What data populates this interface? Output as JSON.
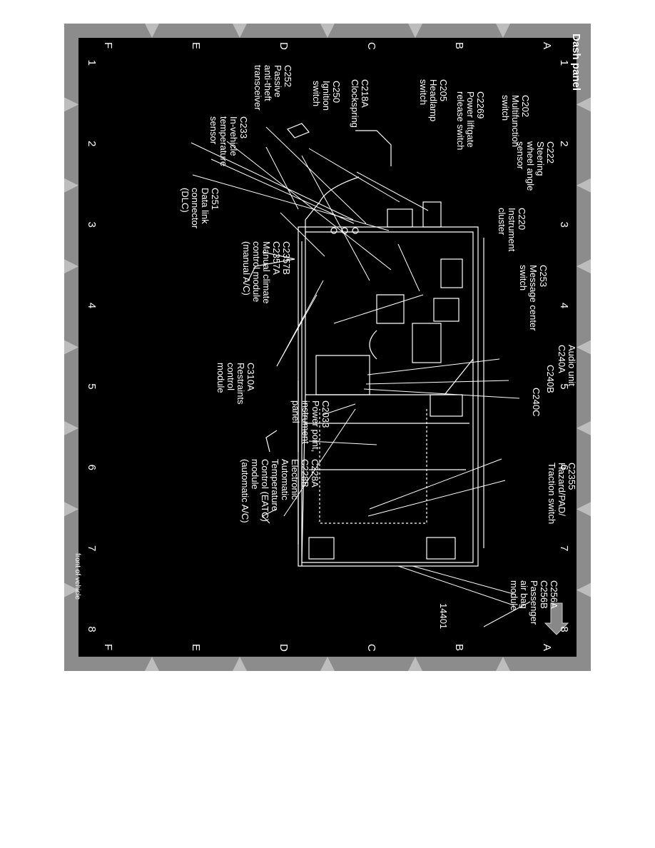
{
  "title": "Dash panel",
  "grid": {
    "columns": [
      "1",
      "2",
      "3",
      "4",
      "5",
      "6",
      "7",
      "8"
    ],
    "rows": [
      "A",
      "B",
      "C",
      "D",
      "E",
      "F"
    ]
  },
  "components": [
    {
      "id": "C2269",
      "text": "C2269\nPower liftgate\nrelease switch"
    },
    {
      "id": "C202",
      "text": "C202\nMultifunction\nswitch"
    },
    {
      "id": "C222",
      "text": "C222\nSteering\nwheel angle\nsensor"
    },
    {
      "id": "C220",
      "text": "C220\nInstrument\ncluster"
    },
    {
      "id": "C253",
      "text": "C253\nMessage center\nswitch"
    },
    {
      "id": "C205",
      "text": "C205\nHeadlamp\nswitch"
    },
    {
      "id": "C218A",
      "text": "C218A\nClockspring"
    },
    {
      "id": "C250",
      "text": "C250\nIgnition\nswitch"
    },
    {
      "id": "C252",
      "text": "C252\nPassive\nanti-theft\ntransceiver"
    },
    {
      "id": "C233",
      "text": "C233\nIn-vehicle\ntemperature\nsensor"
    },
    {
      "id": "C251",
      "text": "C251\nData link\nconnector\n(DLC)"
    },
    {
      "id": "C2357B",
      "text": "C2357B\nC2357A\nManual climate\ncontrol module\n(manual A/C)"
    },
    {
      "id": "C240A",
      "text": "Audio unit\nC240A"
    },
    {
      "id": "C240B",
      "text": "C240B"
    },
    {
      "id": "C240C",
      "text": "C240C"
    },
    {
      "id": "C310A",
      "text": "C310A\nRestraints\ncontrol\nmodule"
    },
    {
      "id": "C2033",
      "text": "C2033\nPower point,\ninstrument\npanel"
    },
    {
      "id": "C2355",
      "text": "C2355\nHazard/PAD/\nTraction switch"
    },
    {
      "id": "C228A",
      "text": "C228A\nC228B\nElectronic\nAutomatic\nTemperature\nControl (EATC)\nmodule\n(automatic A/C)"
    },
    {
      "id": "C256A",
      "text": "C256A\nC256B\nPassenger\nair bag\nmodule"
    },
    {
      "id": "14401",
      "text": "14401"
    }
  ],
  "front_of_vehicle": "front of vehicle",
  "colors": {
    "background": "#000000",
    "line": "#ffffff",
    "border": "#bfbfbf"
  }
}
